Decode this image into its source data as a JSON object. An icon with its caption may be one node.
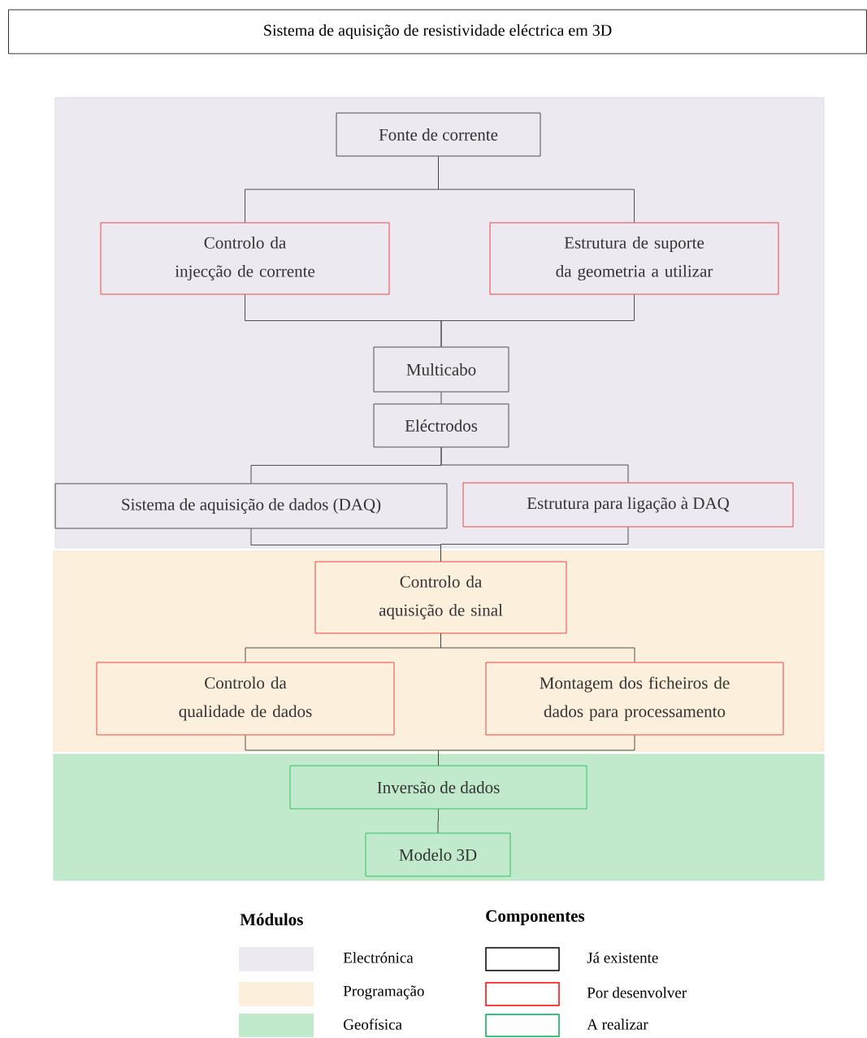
{
  "diagram": {
    "title": "Sistema de aquisição de resistividade eléctrica em 3D",
    "nodes": [
      {
        "text": [],
        "shape": "box"
      },
      {
        "text": [
          "Fonte de corrente"
        ],
        "in": 0
      },
      {
        "text": [
          "Controlo da injecção de corrente"
        ],
        "in": 0
      },
      {
        "text": [
          "Estrutura de suporte da geometria a utilizar"
        ],
        "in": 0
      },
      {
        "text": [
          "Multicabo"
        ],
        "in": 0
      },
      {
        "text": [
          "Eléctrodos"
        ],
        "in": 0
      },
      {
        "text": [
          "Sistema de aquisição de dados (DAQ)"
        ],
        "in": 0
      },
      {
        "text": [
          "Estrutura para ligação à DAQ"
        ],
        "in": 0
      },
      {
        "text": [],
        "shape": "box"
      },
      {
        "text": [
          "Controlo da aquisição de sinal"
        ],
        "in": 8
      },
      {
        "text": [
          "Controlo da qualidade de dados"
        ],
        "in": 8
      },
      {
        "text": [
          "Montagem dos ficheiros de dados para processamento"
        ],
        "in": 8
      },
      {
        "text": [],
        "shape": "box"
      },
      {
        "text": [
          "Inversão de dados"
        ],
        "in": 12
      },
      {
        "text": [
          "Modelo 3D"
        ],
        "in": 12
      }
    ],
    "edges": [
      {
        "from": 1,
        "to": 2,
        "arrow": "none"
      },
      {
        "from": 1,
        "to": 3,
        "arrow": "none"
      },
      {
        "from": 2,
        "to": 4,
        "arrow": "none"
      },
      {
        "from": 3,
        "to": 4,
        "arrow": "none"
      },
      {
        "from": 4,
        "to": 5,
        "arrow": "none"
      },
      {
        "from": 5,
        "to": 6,
        "arrow": "none"
      },
      {
        "from": 5,
        "to": 7,
        "arrow": "none"
      },
      {
        "from": 6,
        "to": 9,
        "arrow": "none"
      },
      {
        "from": 7,
        "to": 9,
        "arrow": "none"
      },
      {
        "from": 9,
        "to": 10,
        "arrow": "none"
      },
      {
        "from": 9,
        "to": 11,
        "arrow": "none"
      },
      {
        "from": 10,
        "to": 13,
        "arrow": "none"
      },
      {
        "from": 11,
        "to": 13,
        "arrow": "none"
      },
      {
        "from": 13,
        "to": 14,
        "arrow": "none"
      }
    ],
    "labels": [
      "Módulos",
      "Componentes"
    ],
    "legend": [
      {
        "text": "Electrónica",
        "color": "#ece9f1"
      },
      {
        "text": "Programação",
        "color": "#fcefdc"
      },
      {
        "text": "Geofísica",
        "color": "#c1e9cb"
      },
      {
        "text": "Já existente"
      },
      {
        "text": "Por desenvolver"
      },
      {
        "text": "A realizar"
      }
    ]
  }
}
